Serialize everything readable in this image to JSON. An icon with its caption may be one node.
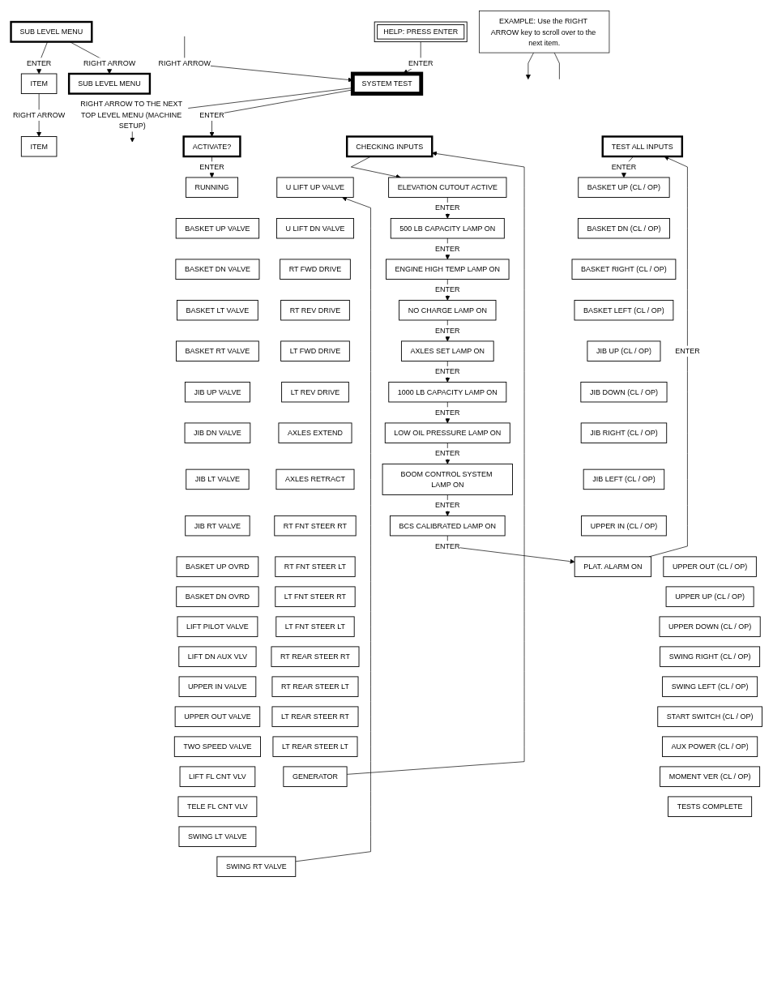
{
  "diagram": {
    "nodes": [
      {
        "text": [
          "SUB LEVEL MENU"
        ]
      },
      {
        "text": [
          "SUB LEVEL MENU"
        ]
      },
      {
        "text": [
          "EXAMPLE: Use the RIGHT ARROW key to scroll over to the next item."
        ]
      },
      {
        "text": [
          "ITEM"
        ]
      },
      {
        "text": [
          "ITEM"
        ]
      },
      {
        "text": [
          "HELP: PRESS ENTER"
        ]
      },
      {
        "text": [
          "SYSTEM TEST"
        ]
      },
      {
        "text": [
          "ACTIVATE?"
        ]
      },
      {
        "text": [
          "RUNNING"
        ]
      },
      {
        "text": [
          "BASKET UP VALVE"
        ]
      },
      {
        "text": [
          "BASKET DN VALVE"
        ]
      },
      {
        "text": [
          "BASKET LT VALVE"
        ]
      },
      {
        "text": [
          "BASKET RT VALVE"
        ]
      },
      {
        "text": [
          "JIB UP VALVE"
        ]
      },
      {
        "text": [
          "JIB DN VALVE"
        ]
      },
      {
        "text": [
          "JIB LT VALVE"
        ]
      },
      {
        "text": [
          "JIB RT VALVE"
        ]
      },
      {
        "text": [
          "BASKET UP OVRD"
        ]
      },
      {
        "text": [
          "BASKET DN OVRD"
        ]
      },
      {
        "text": [
          "LIFT PILOT VALVE"
        ]
      },
      {
        "text": [
          "LIFT DN AUX VLV"
        ]
      },
      {
        "text": [
          "UPPER IN VALVE"
        ]
      },
      {
        "text": [
          "UPPER OUT VALVE"
        ]
      },
      {
        "text": [
          "TWO SPEED VALVE"
        ]
      },
      {
        "text": [
          "LIFT FL CNT VLV"
        ]
      },
      {
        "text": [
          "TELE FL CNT VLV"
        ]
      },
      {
        "text": [
          "SWING LT VALVE"
        ]
      },
      {
        "text": [
          "SWING RT VALVE"
        ]
      },
      {
        "text": [
          "U LIFT UP VALVE"
        ]
      },
      {
        "text": [
          "U LIFT DN VALVE"
        ]
      },
      {
        "text": [
          "RT FWD DRIVE"
        ]
      },
      {
        "text": [
          "RT REV DRIVE"
        ]
      },
      {
        "text": [
          "LT FWD DRIVE"
        ]
      },
      {
        "text": [
          "LT REV DRIVE"
        ]
      },
      {
        "text": [
          "AXLES EXTEND"
        ]
      },
      {
        "text": [
          "AXLES RETRACT"
        ]
      },
      {
        "text": [
          "RT FNT STEER RT"
        ]
      },
      {
        "text": [
          "RT FNT STEER LT"
        ]
      },
      {
        "text": [
          "LT FNT STEER RT"
        ]
      },
      {
        "text": [
          "LT FNT STEER LT"
        ]
      },
      {
        "text": [
          "RT REAR STEER RT"
        ]
      },
      {
        "text": [
          "RT REAR STEER LT"
        ]
      },
      {
        "text": [
          "LT REAR STEER RT"
        ]
      },
      {
        "text": [
          "LT REAR STEER LT"
        ]
      },
      {
        "text": [
          "GENERATOR"
        ]
      },
      {
        "text": [
          "CHECKING INPUTS"
        ]
      },
      {
        "text": [
          "ELEVATION CUTOUT ACTIVE"
        ]
      },
      {
        "text": [
          "500 LB CAPACITY LAMP ON"
        ]
      },
      {
        "text": [
          "ENGINE HIGH TEMP LAMP ON"
        ]
      },
      {
        "text": [
          "NO CHARGE LAMP ON"
        ]
      },
      {
        "text": [
          "AXLES SET LAMP ON"
        ]
      },
      {
        "text": [
          "1000 LB CAPACITY LAMP ON"
        ]
      },
      {
        "text": [
          "LOW OIL PRESSURE LAMP ON"
        ]
      },
      {
        "text": [
          "BOOM CONTROL SYSTEM LAMP ON"
        ]
      },
      {
        "text": [
          "BCS CALIBRATED LAMP ON"
        ]
      },
      {
        "text": [
          "PLAT. ALARM ON"
        ]
      },
      {
        "text": [
          "TEST ALL INPUTS"
        ]
      },
      {
        "text": [
          "BASKET UP (CL / OP)"
        ]
      },
      {
        "text": [
          "BASKET DN (CL / OP)"
        ]
      },
      {
        "text": [
          "BASKET RIGHT (CL / OP)"
        ]
      },
      {
        "text": [
          "BASKET LEFT (CL / OP)"
        ]
      },
      {
        "text": [
          "JIB UP (CL / OP)"
        ]
      },
      {
        "text": [
          "JIB DOWN (CL / OP)"
        ]
      },
      {
        "text": [
          "JIB RIGHT (CL / OP)"
        ]
      },
      {
        "text": [
          "JIB LEFT (CL / OP)"
        ]
      },
      {
        "text": [
          "UPPER IN (CL / OP)"
        ]
      },
      {
        "text": [
          "UPPER OUT (CL / OP)"
        ]
      },
      {
        "text": [
          "UPPER UP (CL / OP)"
        ]
      },
      {
        "text": [
          "UPPER DOWN (CL / OP)"
        ]
      },
      {
        "text": [
          "SWING RIGHT (CL / OP)"
        ]
      },
      {
        "text": [
          "SWING LEFT (CL / OP)"
        ]
      },
      {
        "text": [
          "START SWITCH (CL / OP)"
        ]
      },
      {
        "text": [
          "AUX POWER (CL / OP)"
        ]
      },
      {
        "text": [
          "MOMENT VER (CL / OP)"
        ]
      },
      {
        "text": [
          "TESTS COMPLETE"
        ]
      }
    ],
    "edges": [
      {
        "from": 0,
        "to": 3,
        "label": "ENTER",
        "arrow": "to"
      },
      {
        "from": 0,
        "to": 1,
        "label": "RIGHT ARROW",
        "arrow": "to"
      },
      {
        "from": 3,
        "to": 4,
        "label": "RIGHT ARROW",
        "arrow": "to"
      },
      {
        "from": 2,
        "to": null,
        "arrow": "to"
      },
      {
        "from": 2,
        "to": null,
        "arrow": "none"
      },
      {
        "from": null,
        "to": 6,
        "label": "RIGHT ARROW",
        "arrow": "to"
      },
      {
        "from": 5,
        "to": 6,
        "label": "ENTER",
        "arrow": "to"
      },
      {
        "from": 6,
        "to": null,
        "label": "RIGHT ARROW TO THE NEXT TOP LEVEL MENU (MACHINE SETUP)",
        "arrow": "to"
      },
      {
        "from": 6,
        "to": 7,
        "label": "ENTER",
        "arrow": "to"
      },
      {
        "from": 7,
        "to": 8,
        "label": "ENTER",
        "arrow": "to"
      },
      {
        "from": 27,
        "to": 28,
        "arrow": "to"
      },
      {
        "from": 44,
        "to": 45,
        "arrow": "to"
      },
      {
        "from": 45,
        "to": 46,
        "arrow": "to"
      },
      {
        "from": 46,
        "to": 47,
        "label": "ENTER",
        "arrow": "to"
      },
      {
        "from": 47,
        "to": 48,
        "label": "ENTER",
        "arrow": "to"
      },
      {
        "from": 48,
        "to": 49,
        "label": "ENTER",
        "arrow": "to"
      },
      {
        "from": 49,
        "to": 50,
        "label": "ENTER",
        "arrow": "to"
      },
      {
        "from": 50,
        "to": 51,
        "label": "ENTER",
        "arrow": "to"
      },
      {
        "from": 51,
        "to": 52,
        "label": "ENTER",
        "arrow": "to"
      },
      {
        "from": 52,
        "to": 53,
        "label": "ENTER",
        "arrow": "to"
      },
      {
        "from": 53,
        "to": 54,
        "label": "ENTER",
        "arrow": "to"
      },
      {
        "from": 54,
        "to": 55,
        "label": "ENTER",
        "arrow": "to"
      },
      {
        "from": 55,
        "to": 56,
        "label": "ENTER",
        "arrow": "to"
      },
      {
        "from": 56,
        "to": 57,
        "label": "ENTER",
        "arrow": "to"
      }
    ]
  }
}
